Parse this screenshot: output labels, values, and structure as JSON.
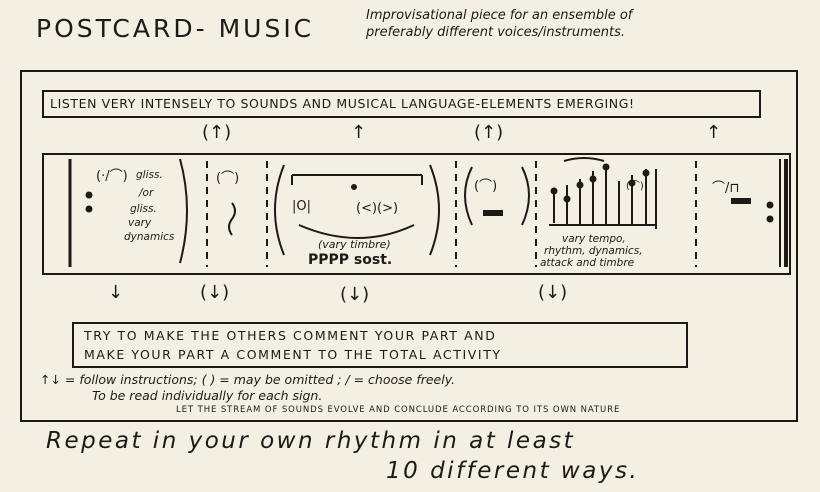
{
  "title": "POSTCARD- MUSIC",
  "subtitle_line1": "Improvisational piece for an ensemble of",
  "subtitle_line2": "preferably different voices/instruments.",
  "top_instruction": "LISTEN VERY INTENSELY TO SOUNDS AND MUSICAL LANGUAGE-ELEMENTS EMERGING!",
  "up_arrows": [
    "(↑)",
    "↑",
    "(↑)",
    "↑"
  ],
  "down_arrows": [
    "↓",
    "(↓)",
    "(↓)",
    "(↓)"
  ],
  "staff": {
    "seg1_symbol": "(·/⌒)",
    "seg1_notes": [
      "gliss.",
      "/or",
      "gliss.",
      "vary",
      "dynamics"
    ],
    "seg2_symbol": "(⌒)",
    "seg3_symbol_left": "|O|",
    "seg3_symbol_right": "(<)(>)",
    "seg3_note": "(vary timbre)",
    "seg3_dynamic": "PPPP sost.",
    "seg4_symbol": "(⌒)",
    "seg5_symbol": "(⌒)",
    "seg5_notes": [
      "vary tempo,",
      "rhythm, dynamics,",
      "attack and timbre"
    ],
    "seg6_symbol": "⌒/⊓"
  },
  "bottom_instruction_line1": "TRY TO MAKE THE OTHERS COMMENT YOUR PART AND",
  "bottom_instruction_line2": "MAKE YOUR PART A COMMENT TO THE TOTAL ACTIVITY",
  "legend_line1": "↑↓ = follow instructions; ( ) = may be omitted ;   / = choose freely.",
  "legend_line2": "To be read individually for each sign.",
  "legend_line3": "LET THE STREAM OF SOUNDS EVOLVE AND CONCLUDE ACCORDING TO ITS OWN NATURE",
  "repeat_line1": "Repeat in your own rhythm in at least",
  "repeat_line2": "10 different ways."
}
